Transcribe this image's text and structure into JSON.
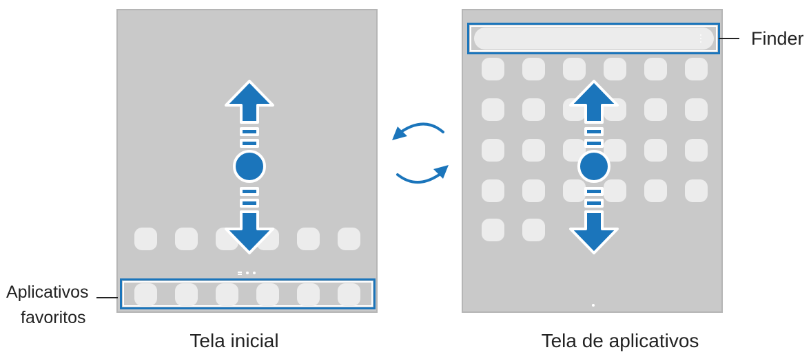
{
  "labels": {
    "favorites_line1": "Aplicativos",
    "favorites_line2": "favoritos",
    "finder": "Finder",
    "home_caption": "Tela inicial",
    "apps_caption": "Tela de aplicativos"
  },
  "colors": {
    "accent": "#1b75bb",
    "screen": "#c9c9c9",
    "app_icon": "#ececec"
  },
  "icons": {
    "gesture": "swipe-up-down-icon",
    "switch": "refresh-cycle-icon",
    "more": "more-vertical-icon"
  }
}
